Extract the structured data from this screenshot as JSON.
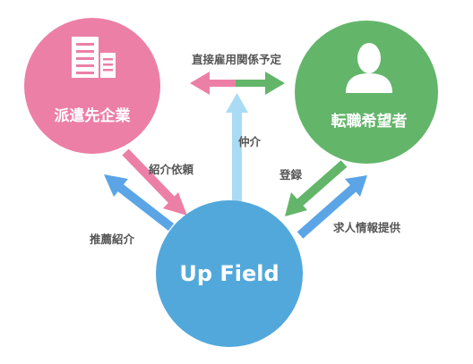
{
  "nodes": {
    "dispatch": {
      "label": "派遣先企業",
      "color": "#ec7fa6"
    },
    "seeker": {
      "label": "転職希望者",
      "color": "#63b56a"
    },
    "hub": {
      "label": "Up Field",
      "color": "#52a8db"
    }
  },
  "edges": {
    "direct": "直接雇用関係予定",
    "intermediary": "仲介",
    "introduce_request": "紹介依頼",
    "recommend": "推薦紹介",
    "register": "登録",
    "job_info": "求人情報提供"
  },
  "colors": {
    "pink": "#ec7fa6",
    "green": "#63b56a",
    "blue": "#5ba5e6",
    "light_blue": "#a9dcf4",
    "label_text": "#555555"
  },
  "icons": {
    "dispatch": "building-icon",
    "seeker": "person-icon"
  }
}
